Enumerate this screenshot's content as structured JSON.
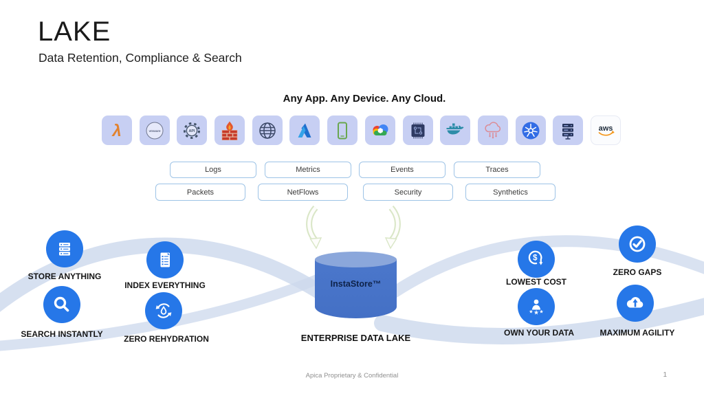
{
  "slide": {
    "title": "LAKE",
    "subtitle": "Data Retention, Compliance & Search",
    "heading": "Any App. Any Device. Any Cloud.",
    "footer": "Apica Proprietary & Confidential",
    "page_number": "1"
  },
  "icon_row": {
    "items": [
      "aws-lambda",
      "vmware",
      "api-gateway",
      "firewall",
      "web-globe",
      "azure",
      "mobile-device",
      "google-cloud",
      "iot-chip",
      "docker",
      "cloud-network",
      "kubernetes",
      "server-stack",
      "aws"
    ],
    "lambda_glyph": "λ",
    "vmware_text": "vmware",
    "api_text": "API",
    "aws_text": "aws"
  },
  "signal_boxes": {
    "row1": [
      "Logs",
      "Metrics",
      "Events",
      "Traces"
    ],
    "row2": [
      "Packets",
      "NetFlows",
      "Security",
      "Synthetics"
    ]
  },
  "data_lake": {
    "cylinder_label": "InstaStore™",
    "caption": "ENTERPRISE DATA LAKE"
  },
  "features_left": [
    {
      "label": "STORE ANYTHING",
      "icon": "server-stack-icon"
    },
    {
      "label": "INDEX EVERYTHING",
      "icon": "document-checklist-icon"
    },
    {
      "label": "SEARCH INSTANTLY",
      "icon": "magnifier-icon"
    },
    {
      "label": "ZERO REHYDRATION",
      "icon": "droplet-cycle-icon"
    }
  ],
  "features_right": [
    {
      "label": "LOWEST COST",
      "icon": "dollar-down-icon"
    },
    {
      "label": "ZERO GAPS",
      "icon": "check-circle-icon"
    },
    {
      "label": "OWN YOUR DATA",
      "icon": "person-stars-icon"
    },
    {
      "label": "MAXIMUM AGILITY",
      "icon": "cloud-arrow-icon"
    }
  ],
  "glyphs": {
    "dollar": "$",
    "star": "★"
  },
  "colors": {
    "accent_blue": "#2677E8",
    "cylinder_body": "#4674C9",
    "cylinder_top": "#8BA7DB",
    "tile_background": "#C7CFF3",
    "box_border": "#9DC3E6",
    "ribbon": "#CCD8EC",
    "arrow_outline": "#D9E6C6"
  }
}
